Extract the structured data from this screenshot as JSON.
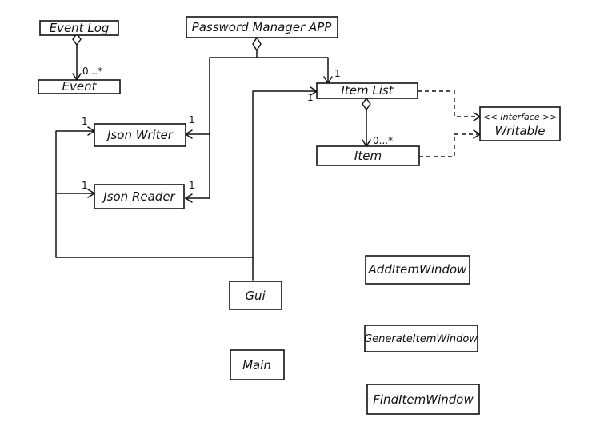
{
  "classes": {
    "event_log": "Event Log",
    "event": "Event",
    "password_manager_app": "Password Manager APP",
    "item_list": "Item List",
    "item": "Item",
    "interface_stereotype": "<< Interface >>",
    "writable": "Writable",
    "json_writer": "Json Writer",
    "json_reader": "Json Reader",
    "gui": "Gui",
    "main": "Main",
    "add_item_window": "AddItemWindow",
    "generate_item_window": "GenerateItemWindow",
    "find_item_window": "FindItemWindow"
  },
  "multiplicities": {
    "event_many": "0...*",
    "item_many": "0...*",
    "one": "1"
  }
}
